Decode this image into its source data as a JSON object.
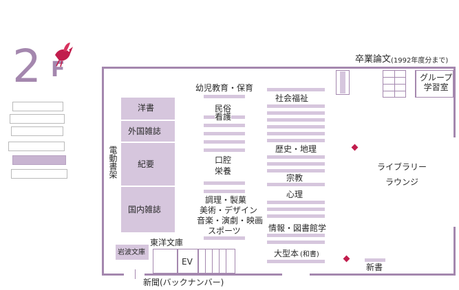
{
  "floor": {
    "number": "2",
    "suffix": "F",
    "bird_icon": "red-bird-icon"
  },
  "labels": {
    "thesis": "卒業論文",
    "thesis_note": "(1992年度分まで)",
    "group_study": "グループ\n学習室",
    "library_lounge": "ライブラリー\nラウンジ",
    "early_childhood": "幼児教育・保育",
    "folklore": "民俗",
    "nursing": "看護",
    "oral": "口腔",
    "nutrition": "栄養",
    "cooking": "調理・製菓",
    "art_design": "美術・デザイン",
    "music_drama": "音楽・演劇・映画",
    "sports": "スポーツ",
    "social_welfare": "社会福祉",
    "history_geo": "歴史・地理",
    "religion": "宗教",
    "psychology": "心理",
    "info_library": "情報・図書館学",
    "large_books": "大型本",
    "large_books_note": "(和書)",
    "western_books": "洋書",
    "foreign_magazines": "外国雑誌",
    "bulletins": "紀要",
    "domestic_magazines": "国内雑誌",
    "electric_shelf": "電動書架",
    "toyo_bunko": "東洋文庫",
    "iwanami_bunko": "岩波文庫",
    "ev": "EV",
    "new_books": "新書",
    "newspaper": "新聞(バックナンバー)"
  },
  "colors": {
    "accent": "#a487ae",
    "shelf": "#d6c6dd",
    "marker": "#c11d4d"
  }
}
